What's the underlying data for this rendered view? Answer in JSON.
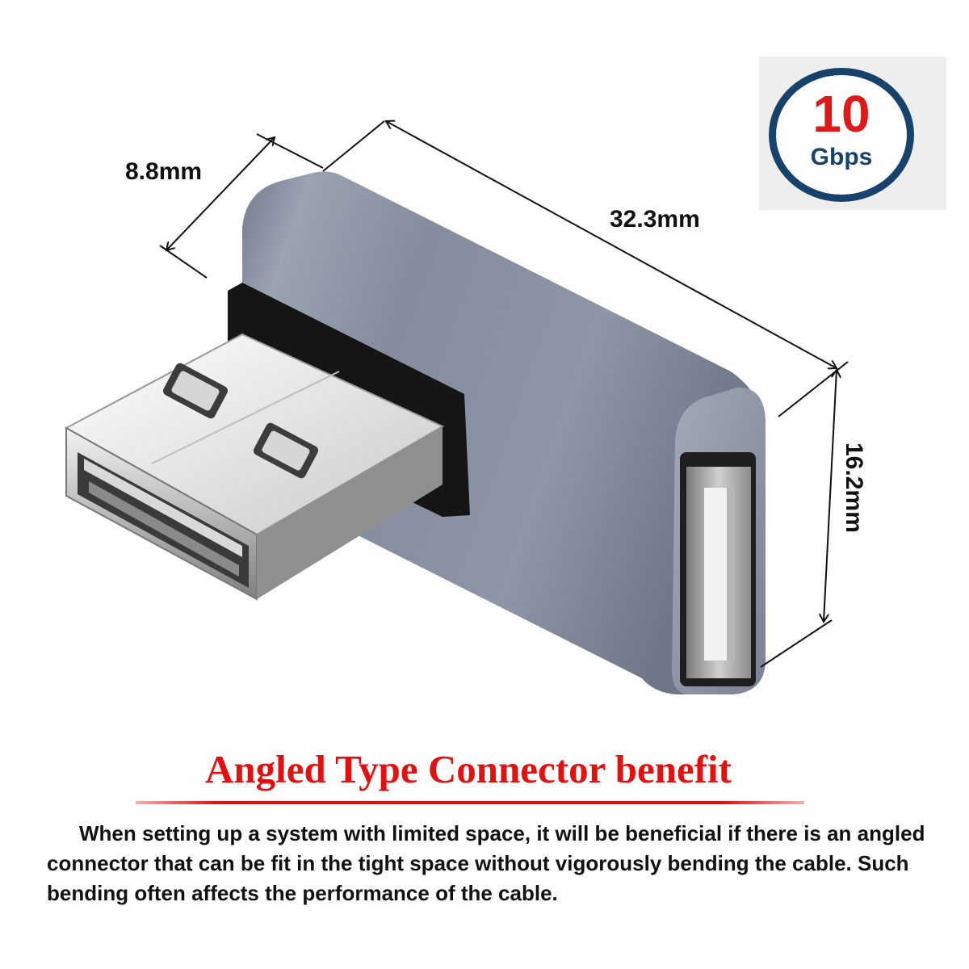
{
  "badge": {
    "value": "10",
    "unit": "Gbps"
  },
  "dimensions": {
    "width": "8.8mm",
    "length": "32.3mm",
    "height": "16.2mm"
  },
  "benefit": {
    "heading": "Angled Type Connector benefit",
    "body": "When setting up a system with limited space, it will be beneficial if there is an angled connector that can be fit in the tight space without vigorously bending the cable. Such bending often affects the performance of the cable."
  },
  "colors": {
    "heading": "#e41010",
    "badge_ring": "#17426b",
    "badge_value": "#e01818",
    "housing": "#8f96a6"
  },
  "icons": {
    "product": "usb-right-angle-adapter-image",
    "dimension_lines": "dimension-arrow-icon"
  }
}
